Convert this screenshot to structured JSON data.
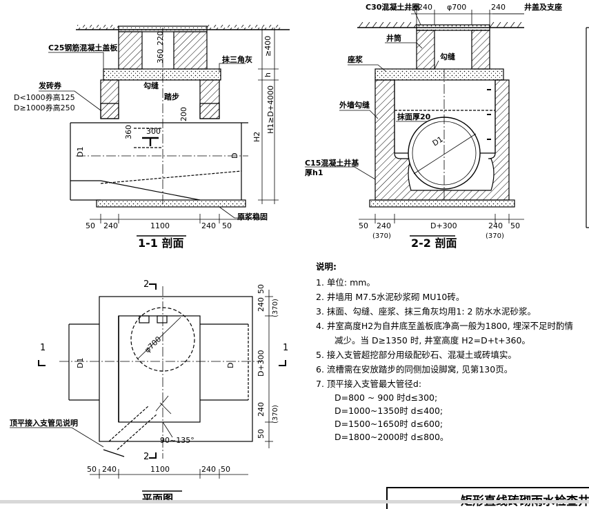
{
  "sec11": {
    "title": "1-1 剖面",
    "c25": "C25钢筋混凝土盖板",
    "brick_arch": "发砖券",
    "arch1": "D<1000券高125",
    "arch2": "D≥1000券高250",
    "gouf": "勾缝",
    "tabu": "踏步",
    "mo": "抹三角灰",
    "yuanjiang": "原浆稳固",
    "d360": "360",
    "d220": "220",
    "d300": "300",
    "d200": "200",
    "h400": "≥400",
    "h": "h",
    "h2": "H2",
    "h1": "H1≥D+4000",
    "d1": "D1",
    "d": "D",
    "b50": "50",
    "b240a": "240",
    "b1100": "1100",
    "b240b": "240",
    "b50b": "50"
  },
  "sec22": {
    "title": "2-2 剖面",
    "c30": "C30混凝土井圈",
    "t240a": "240",
    "t700": "φ700",
    "t240b": "240",
    "cover": "井盖及支座",
    "jingtong": "井筒",
    "zuojiang": "座浆",
    "gouf": "勾缝",
    "waiqiang": "外墙勾缝",
    "mianhou": "抹面厚20",
    "c15": "C15混凝土井基",
    "h1": "厚h1",
    "d1": "D1",
    "b50": "50",
    "b240a": "240",
    "b370a": "(370)",
    "bd300": "D+300",
    "b240b": "240",
    "b370b": "(370)",
    "b50b": "50"
  },
  "plan": {
    "title": "平面图",
    "cut2": "2",
    "cut1": "1",
    "phi700": "φ700",
    "d1": "D1",
    "d": "D",
    "angle": "90~135°",
    "side_note": "顶平接入支管见说明",
    "r50": "50",
    "r240": "240",
    "r370": "(370)",
    "rd300": "D+300",
    "r240b": "240",
    "r370b": "(370)",
    "r50b": "50",
    "b50": "50",
    "b240a": "240",
    "b1100": "1100",
    "b240b": "240",
    "b50b": "50"
  },
  "notes": {
    "heading": "说明:",
    "n1": "1. 单位: mm。",
    "n2": "2. 井墙用 M7.5水泥砂浆砌 MU10砖。",
    "n3": "3. 抹面、勾缝、座浆、抹三角灰均用1: 2 防水水泥砂浆。",
    "n4": "4. 井室高度H2为自井底至盖板底净高一般为1800, 埋深不足时酌情",
    "n4b": "减少。当 D≥1350 时, 井室高度 H2=D+t+360。",
    "n5": "5. 接入支管超挖部分用级配砂石、混凝土或砖填实。",
    "n6": "6. 流槽需在安放踏步的同侧加设脚窝, 见第130页。",
    "n7": "7. 顶平接入支管最大管径d:",
    "d1": "D=800 ~ 900  时d≤300;",
    "d2": "D=1000~1350时 d≤400;",
    "d3": "D=1500~1650时 d≤600;",
    "d4": "D=1800~2000时 d≤800。"
  },
  "title_block": {
    "text": "矩形直线砖砌雨水检查井"
  }
}
